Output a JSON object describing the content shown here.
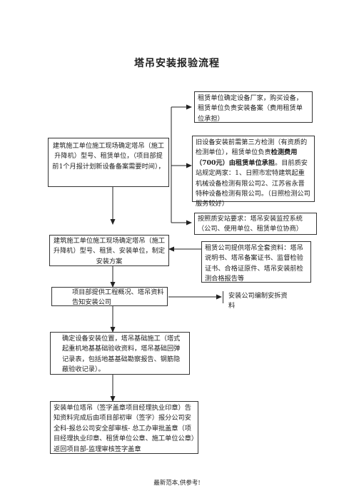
{
  "title": "塔吊安装报验流程",
  "boxes": {
    "lessor_decision": "租赁单位确定设备厂家，购买设备，租赁单位负责安装备案（费用租赁单位承担）",
    "builder_left_1": "建筑施工单位施工现场确定塔吊（施工升降机）型号、租赁单位，（项目部提前1个月报计划新设备备案需要时间），",
    "third_party": {
      "text_a": "旧设备安装前需第三方检测（有资质的检测单位），租赁单位负责",
      "text_b": "检测费用（700元）由租赁单位承担",
      "text_c": "。目前质安站规定两家：1、日照市宏特建筑起重机械设备检测有限公司2、江苏省永晋特种设备检测有限公司。（日照检测公司服务较好）"
    },
    "monitoring": "按照质安站要求：塔吊安装监控系统（公司、使用单位、租赁单位协商）",
    "builder_left_2": "建筑施工单位施工现场确定塔吊（施工升降机）型号、租赁、安装单位，制定安装方案",
    "lessor_docs": "租赁公司提供塔吊全套资料：塔吊说明书、塔吊备案证书、监督检验证书、合格证原件、塔吊安装前检测合格报告等",
    "project_overview": "项目部提供工程概况、塔吊资料告知安装公司",
    "install_plan": "安装公司编制安拆资料",
    "foundation": "确定设备安装位置，塔吊基础施工（塔式起重机地基基础验收资料，塔吊基础回弹记录表，包括地基基础勘察报告、钢筋隐蔽验收记录）。",
    "seal_flow": "安装单位塔吊（签字盖章项目经理执业印章）告知资料完成后由项目部初审（签字）报分公司安全科-报总公司安全部审核- 总工办审批盖章（项目经理执业印章、租赁单位公章、施工单位公章）返回项目部-监理审核签字盖章"
  },
  "footer": "最新范本,供参考!"
}
